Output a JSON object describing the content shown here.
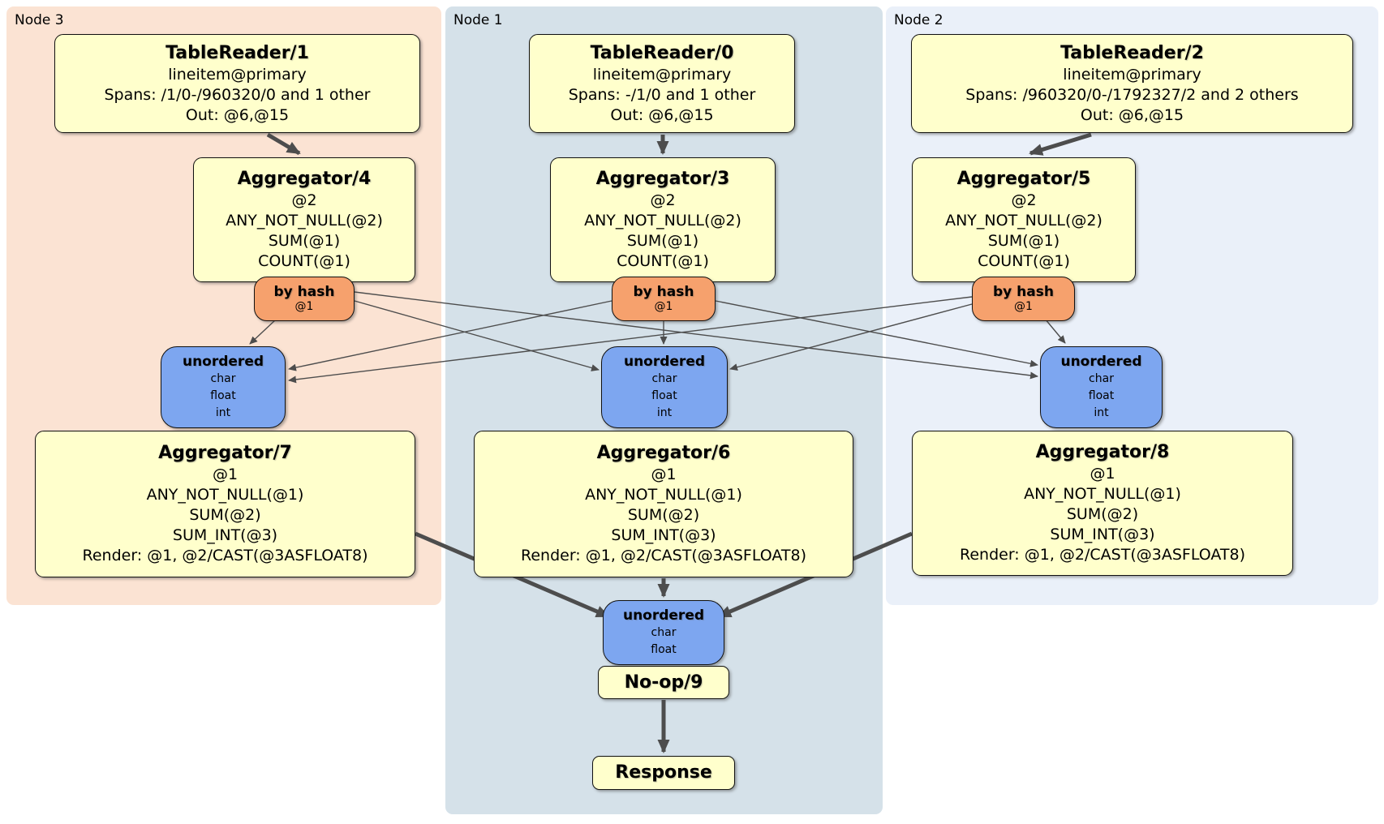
{
  "colors": {
    "node3_background": "#fbe3d3",
    "node1_background": "#d5e1e9",
    "node2_background": "#eaf0f9",
    "processor_box": "#ffffcc",
    "router_box": "#f6a16d",
    "sync_box": "#7da6f0",
    "edge": "#4d4d4d",
    "border": "#111111"
  },
  "nodes": {
    "node3": {
      "label": "Node 3",
      "table_reader": {
        "title": "TableReader/1",
        "lines": [
          "lineitem@primary",
          "Spans: /1/0-/960320/0 and 1 other",
          "Out: @6,@15"
        ]
      },
      "aggregator_top": {
        "title": "Aggregator/4",
        "lines": [
          "@2",
          "ANY_NOT_NULL(@2)",
          "SUM(@1)",
          "COUNT(@1)"
        ]
      },
      "router": {
        "title": "by hash",
        "detail": "@1"
      },
      "sync": {
        "title": "unordered",
        "items": [
          "char",
          "float",
          "int"
        ]
      },
      "aggregator_bottom": {
        "title": "Aggregator/7",
        "lines": [
          "@1",
          "ANY_NOT_NULL(@1)",
          "SUM(@2)",
          "SUM_INT(@3)",
          "Render: @1, @2/CAST(@3ASFLOAT8)"
        ]
      }
    },
    "node1": {
      "label": "Node 1",
      "table_reader": {
        "title": "TableReader/0",
        "lines": [
          "lineitem@primary",
          "Spans: -/1/0 and 1 other",
          "Out: @6,@15"
        ]
      },
      "aggregator_top": {
        "title": "Aggregator/3",
        "lines": [
          "@2",
          "ANY_NOT_NULL(@2)",
          "SUM(@1)",
          "COUNT(@1)"
        ]
      },
      "router": {
        "title": "by hash",
        "detail": "@1"
      },
      "sync": {
        "title": "unordered",
        "items": [
          "char",
          "float",
          "int"
        ]
      },
      "aggregator_bottom": {
        "title": "Aggregator/6",
        "lines": [
          "@1",
          "ANY_NOT_NULL(@1)",
          "SUM(@2)",
          "SUM_INT(@3)",
          "Render: @1, @2/CAST(@3ASFLOAT8)"
        ]
      }
    },
    "node2": {
      "label": "Node 2",
      "table_reader": {
        "title": "TableReader/2",
        "lines": [
          "lineitem@primary",
          "Spans: /960320/0-/1792327/2 and 2 others",
          "Out: @6,@15"
        ]
      },
      "aggregator_top": {
        "title": "Aggregator/5",
        "lines": [
          "@2",
          "ANY_NOT_NULL(@2)",
          "SUM(@1)",
          "COUNT(@1)"
        ]
      },
      "router": {
        "title": "by hash",
        "detail": "@1"
      },
      "sync": {
        "title": "unordered",
        "items": [
          "char",
          "float",
          "int"
        ]
      },
      "aggregator_bottom": {
        "title": "Aggregator/8",
        "lines": [
          "@1",
          "ANY_NOT_NULL(@1)",
          "SUM(@2)",
          "SUM_INT(@3)",
          "Render: @1, @2/CAST(@3ASFLOAT8)"
        ]
      }
    },
    "final": {
      "sync": {
        "title": "unordered",
        "items": [
          "char",
          "float"
        ]
      },
      "noop_label": "No-op/9",
      "response_label": "Response"
    }
  }
}
